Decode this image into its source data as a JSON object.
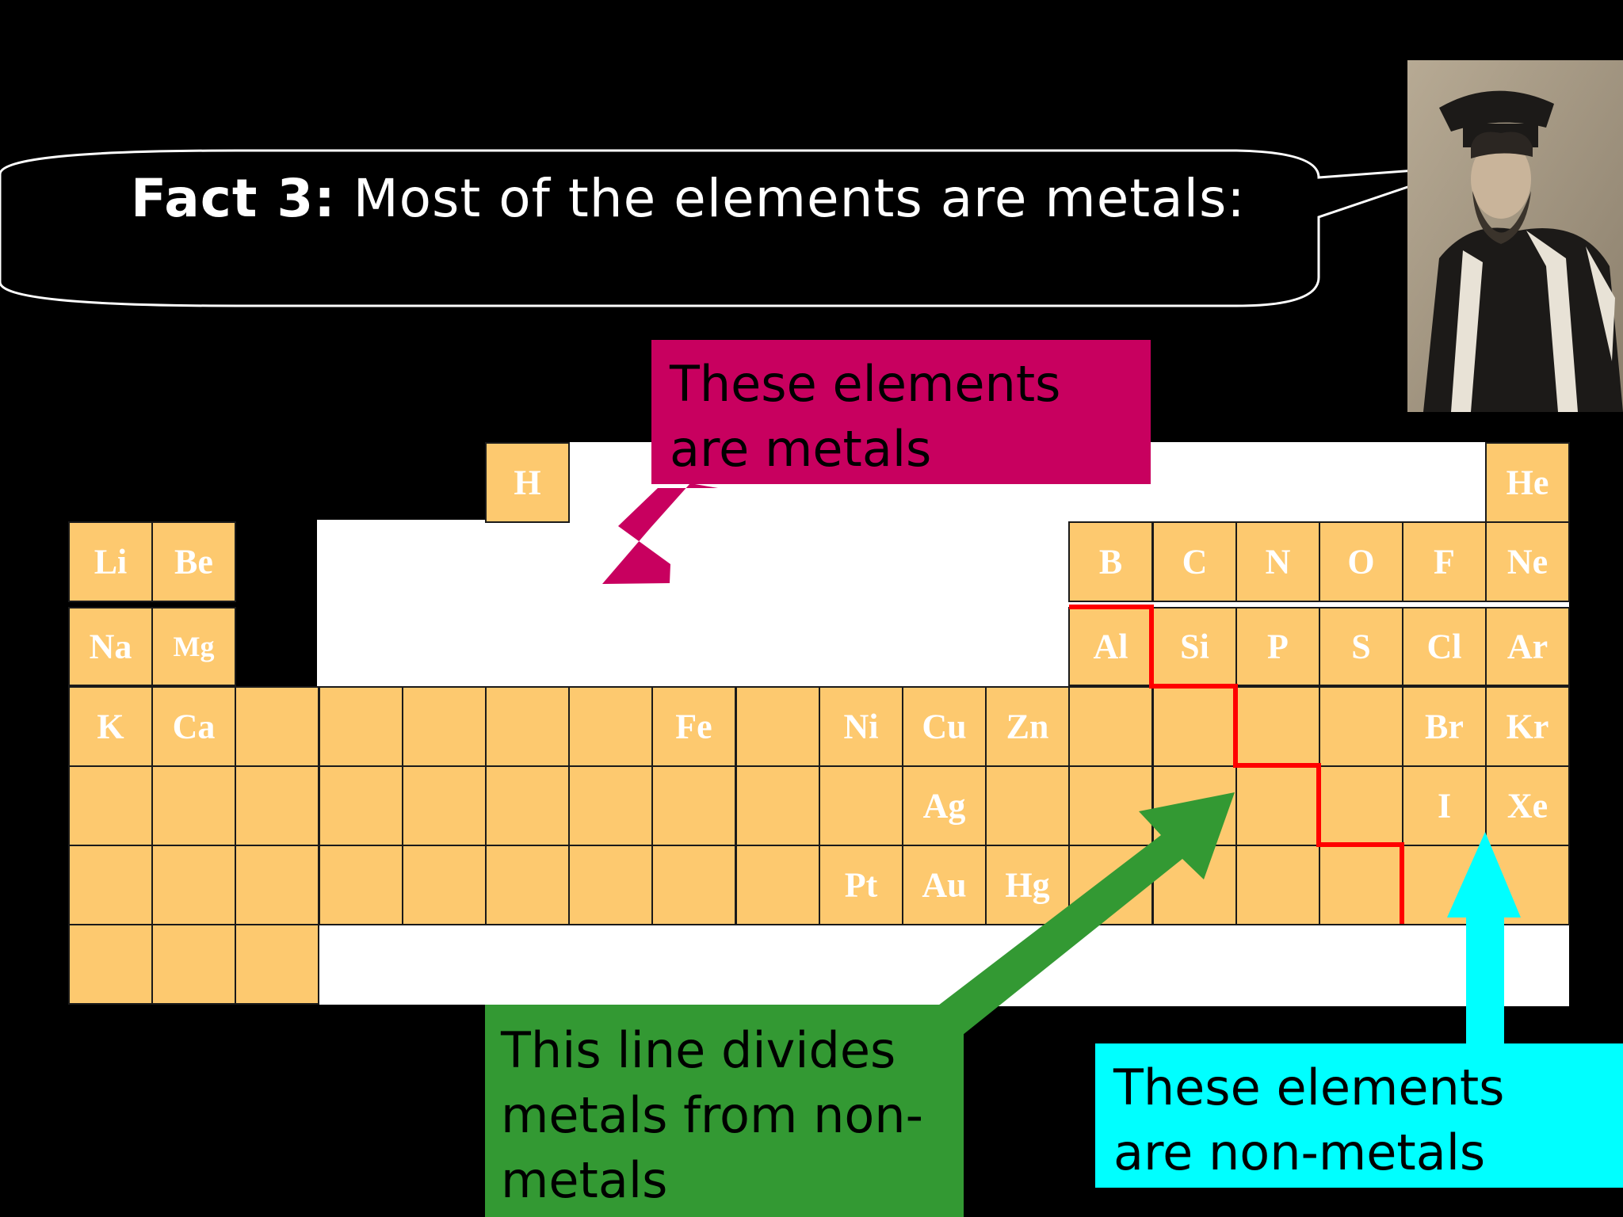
{
  "speech_bubble": {
    "fact_label": "Fact 3:",
    "text": "Most of the elements are metals:"
  },
  "portrait": {
    "icon": "bearded-scientist-portrait"
  },
  "callouts": {
    "metals": {
      "lines": [
        "These elements",
        "are metals"
      ],
      "color": "#c8005f"
    },
    "divider": {
      "lines": [
        "This line divides",
        "metals from non-",
        "metals"
      ],
      "color": "#339933"
    },
    "nonmetals": {
      "lines": [
        "These elements",
        "are non-metals"
      ],
      "color": "#00ffff"
    }
  },
  "periodic_table": {
    "cell_color": "#fdc96f",
    "divider_line_color": "#ff0000",
    "elements": [
      {
        "symbol": "H",
        "period": 1,
        "group": 6
      },
      {
        "symbol": "He",
        "period": 1,
        "group": 18
      },
      {
        "symbol": "Li",
        "period": 2,
        "group": 1
      },
      {
        "symbol": "Be",
        "period": 2,
        "group": 2
      },
      {
        "symbol": "B",
        "period": 2,
        "group": 13
      },
      {
        "symbol": "C",
        "period": 2,
        "group": 14
      },
      {
        "symbol": "N",
        "period": 2,
        "group": 15
      },
      {
        "symbol": "O",
        "period": 2,
        "group": 16
      },
      {
        "symbol": "F",
        "period": 2,
        "group": 17
      },
      {
        "symbol": "Ne",
        "period": 2,
        "group": 18
      },
      {
        "symbol": "Na",
        "period": 3,
        "group": 1
      },
      {
        "symbol": "Mg",
        "period": 3,
        "group": 2,
        "small": true
      },
      {
        "symbol": "Al",
        "period": 3,
        "group": 13
      },
      {
        "symbol": "Si",
        "period": 3,
        "group": 14
      },
      {
        "symbol": "P",
        "period": 3,
        "group": 15
      },
      {
        "symbol": "S",
        "period": 3,
        "group": 16
      },
      {
        "symbol": "Cl",
        "period": 3,
        "group": 17
      },
      {
        "symbol": "Ar",
        "period": 3,
        "group": 18
      },
      {
        "symbol": "K",
        "period": 4,
        "group": 1
      },
      {
        "symbol": "Ca",
        "period": 4,
        "group": 2
      },
      {
        "symbol": "",
        "period": 4,
        "group": 3
      },
      {
        "symbol": "",
        "period": 4,
        "group": 4
      },
      {
        "symbol": "",
        "period": 4,
        "group": 5
      },
      {
        "symbol": "",
        "period": 4,
        "group": 6
      },
      {
        "symbol": "",
        "period": 4,
        "group": 7
      },
      {
        "symbol": "Fe",
        "period": 4,
        "group": 8
      },
      {
        "symbol": "",
        "period": 4,
        "group": 9
      },
      {
        "symbol": "Ni",
        "period": 4,
        "group": 10
      },
      {
        "symbol": "Cu",
        "period": 4,
        "group": 11
      },
      {
        "symbol": "Zn",
        "period": 4,
        "group": 12
      },
      {
        "symbol": "",
        "period": 4,
        "group": 13
      },
      {
        "symbol": "",
        "period": 4,
        "group": 14
      },
      {
        "symbol": "",
        "period": 4,
        "group": 15
      },
      {
        "symbol": "",
        "period": 4,
        "group": 16
      },
      {
        "symbol": "Br",
        "period": 4,
        "group": 17
      },
      {
        "symbol": "Kr",
        "period": 4,
        "group": 18
      },
      {
        "symbol": "",
        "period": 5,
        "group": 1
      },
      {
        "symbol": "",
        "period": 5,
        "group": 2
      },
      {
        "symbol": "",
        "period": 5,
        "group": 3
      },
      {
        "symbol": "",
        "period": 5,
        "group": 4
      },
      {
        "symbol": "",
        "period": 5,
        "group": 5
      },
      {
        "symbol": "",
        "period": 5,
        "group": 6
      },
      {
        "symbol": "",
        "period": 5,
        "group": 7
      },
      {
        "symbol": "",
        "period": 5,
        "group": 8
      },
      {
        "symbol": "",
        "period": 5,
        "group": 9
      },
      {
        "symbol": "",
        "period": 5,
        "group": 10
      },
      {
        "symbol": "Ag",
        "period": 5,
        "group": 11
      },
      {
        "symbol": "",
        "period": 5,
        "group": 12
      },
      {
        "symbol": "",
        "period": 5,
        "group": 13
      },
      {
        "symbol": "",
        "period": 5,
        "group": 14
      },
      {
        "symbol": "",
        "period": 5,
        "group": 15
      },
      {
        "symbol": "",
        "period": 5,
        "group": 16
      },
      {
        "symbol": "I",
        "period": 5,
        "group": 17
      },
      {
        "symbol": "Xe",
        "period": 5,
        "group": 18
      },
      {
        "symbol": "",
        "period": 6,
        "group": 1
      },
      {
        "symbol": "",
        "period": 6,
        "group": 2
      },
      {
        "symbol": "",
        "period": 6,
        "group": 3
      },
      {
        "symbol": "",
        "period": 6,
        "group": 4
      },
      {
        "symbol": "",
        "period": 6,
        "group": 5
      },
      {
        "symbol": "",
        "period": 6,
        "group": 6
      },
      {
        "symbol": "",
        "period": 6,
        "group": 7
      },
      {
        "symbol": "",
        "period": 6,
        "group": 8
      },
      {
        "symbol": "",
        "period": 6,
        "group": 9
      },
      {
        "symbol": "Pt",
        "period": 6,
        "group": 10
      },
      {
        "symbol": "Au",
        "period": 6,
        "group": 11
      },
      {
        "symbol": "Hg",
        "period": 6,
        "group": 12
      },
      {
        "symbol": "",
        "period": 6,
        "group": 13
      },
      {
        "symbol": "",
        "period": 6,
        "group": 14
      },
      {
        "symbol": "",
        "period": 6,
        "group": 15
      },
      {
        "symbol": "",
        "period": 6,
        "group": 16
      },
      {
        "symbol": "",
        "period": 6,
        "group": 17
      },
      {
        "symbol": "",
        "period": 6,
        "group": 18
      },
      {
        "symbol": "",
        "period": 7,
        "group": 1
      },
      {
        "symbol": "",
        "period": 7,
        "group": 2
      },
      {
        "symbol": "",
        "period": 7,
        "group": 3
      }
    ]
  }
}
